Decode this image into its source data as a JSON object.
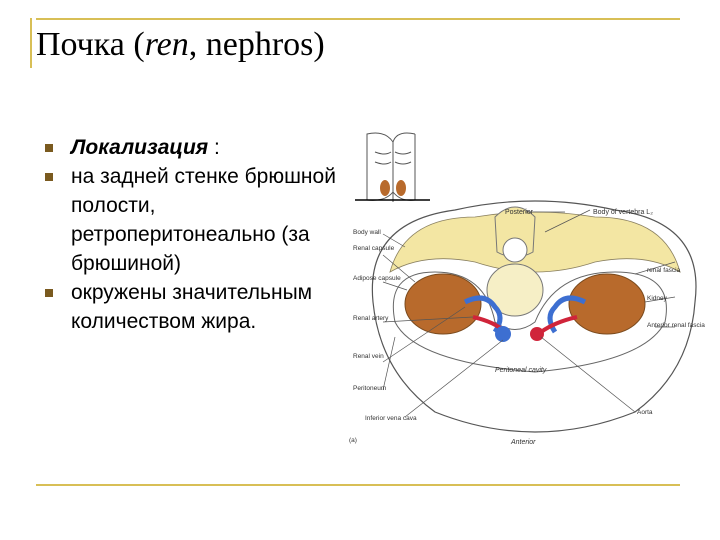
{
  "slide": {
    "title_main": "Почка (",
    "title_latin": "ren",
    "title_rest": ", nephros)",
    "bullets": [
      {
        "lead": "Локализация",
        "lead_tail": " :",
        "text": "на задней стенке брюшной полости, ретроперитонеально (за брюшиной)"
      },
      {
        "lead": "",
        "lead_tail": "",
        "text": "окружены значительным количеством жира."
      }
    ]
  },
  "figure": {
    "labels": {
      "posterior": "Posterior",
      "body_vertebra": "Body of vertebra L₂",
      "body_wall": "Body wall",
      "renal_capsule": "Renal capsule",
      "adipose_capsule": "Adipose capsule",
      "renal_artery": "Renal artery",
      "renal_vein": "Renal vein",
      "peritoneum": "Peritoneum",
      "inferior_vena_cava": "Inferior vena cava",
      "peritoneal_cavity": "Peritoneal cavity",
      "aorta": "Aorta",
      "anterior": "Anterior",
      "renal_fascia": "renal fascia",
      "kidney": "Kidney",
      "anterior_renal_fascia": "Anterior renal fascia",
      "panel": "(a)"
    },
    "colors": {
      "kidney": "#b86a2c",
      "vein": "#3d6fd1",
      "artery": "#d0243a",
      "fat": "#f3e6a3"
    }
  }
}
